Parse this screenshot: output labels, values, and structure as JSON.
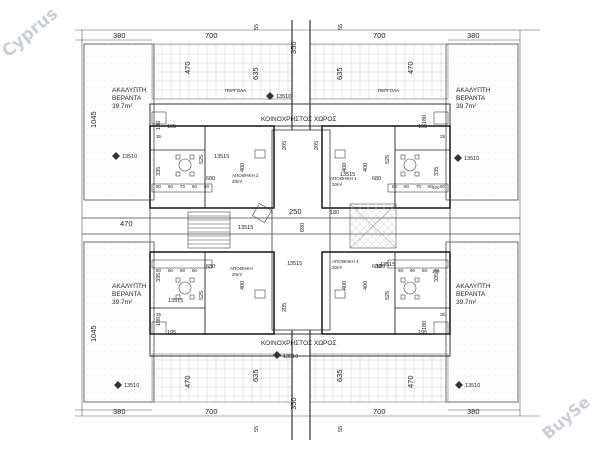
{
  "dims": {
    "top_left": "380",
    "top_mid_left": "700",
    "top_center": "350",
    "top_mid_right": "700",
    "top_right": "380",
    "h470_tl": "470",
    "h470_tr": "470",
    "h635_tl": "635",
    "h635_tr": "635",
    "h55_tl": "55",
    "h55_tr": "55",
    "v1045_top": "1045",
    "v1045_bot": "1045",
    "d13510_top": "13510",
    "d13510_l1": "13510",
    "d13510_r1": "13510",
    "d13510_bot": "13510",
    "d13510_bl": "13510",
    "d13510_br": "13510",
    "d13515_1": "13515",
    "d13515_2": "13515",
    "d13515_3": "13515",
    "d13515_4": "13515",
    "d13515_5": "13515",
    "d13515_6": "13515",
    "d195_a": "195",
    "d195_b": "195",
    "d195_c": "195",
    "d195_d": "195",
    "d180_a": "180",
    "d180_b": "180",
    "d180_c": "180",
    "d180_d": "180",
    "d180_e": "180",
    "d180_f": "180",
    "d335_a": "335",
    "d335_b": "335",
    "d335_c": "335",
    "d335_d": "335",
    "d525_a": "525",
    "d525_b": "525",
    "d525_c": "525",
    "d525_d": "525",
    "d400_a": "400",
    "d400_b": "400",
    "d400_c": "400",
    "d400_d": "400",
    "d400_e": "400",
    "d400_f": "400",
    "d680_a": "680",
    "d680_b": "680",
    "d680_c": "680",
    "d680_d": "680",
    "d205_a": "205",
    "d205_b": "205",
    "d205_c": "205",
    "d250": "250",
    "d690": "690",
    "d470_mid": "470",
    "d35_a": "35",
    "d35_b": "35",
    "d35_c": "35",
    "d35_d": "35",
    "d100_a": "100",
    "d100_b": "100",
    "bot_left": "380",
    "bot_mid_left": "700",
    "bot_center": "350",
    "bot_mid_right": "700",
    "bot_right": "380",
    "h470_bl": "470",
    "h470_br": "470",
    "h635_bl": "635",
    "h635_br": "635",
    "h55_bl": "55",
    "h55_br": "55",
    "row60": "60",
    "row70": "70",
    "row80": "80",
    "row90": "90"
  },
  "labels": {
    "verandah_line1": "ΑΚΑΛΥΠΤΗ",
    "verandah_line2": "ΒΕΡΑΝΤΑ",
    "verandah_area": "39.7m²",
    "common_area_top": "ΚΟΙΝΟΧΡΗΣΤΟΣ ΧΩΡΟΣ",
    "common_area_bot": "ΚΟΙΝΟΧΡΗΣΤΟΣ ΧΩΡΟΣ",
    "storage_1": "ΑΠΟΘΗΚΗ 1",
    "storage_2": "ΑΠΟΘΗΚΗ 2",
    "storage_3": "ΑΠΟΘΗΚΗ",
    "storage_4": "ΑΠΟΘΗΚΗ 4",
    "area_20": "20m²",
    "pergola": "ΠΕΡΓΟΛΑ"
  },
  "watermark": {
    "top": "Cyprus",
    "bottom": "BuySe"
  },
  "colors": {
    "line": "#333333",
    "light": "#9a9a9a",
    "dash": "#bdbdbd",
    "watermark": "#9aa7b8"
  }
}
